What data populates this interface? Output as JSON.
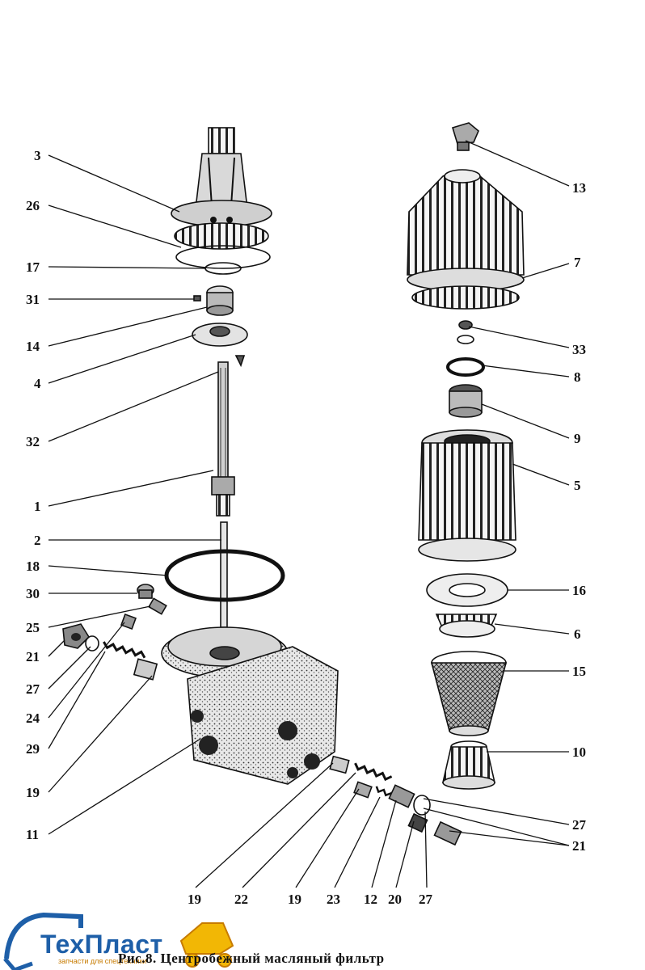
{
  "figure": {
    "caption": "Рис.8. Центробежный масляный фильтр"
  },
  "logo": {
    "name": "ТехПласт",
    "tagline": "запчасти для спецтехники"
  },
  "callouts": [
    "3",
    "26",
    "17",
    "31",
    "14",
    "4",
    "32",
    "1",
    "2",
    "18",
    "30",
    "25",
    "21",
    "27",
    "24",
    "29",
    "19",
    "11",
    "13",
    "7",
    "33",
    "8",
    "9",
    "5",
    "16",
    "6",
    "15",
    "10",
    "27",
    "21",
    "19",
    "22",
    "19",
    "23",
    "12",
    "20",
    "27"
  ],
  "colors": {
    "ink": "#111111",
    "brand_blue": "#1e5fa8",
    "brand_yellow": "#f2b705"
  }
}
